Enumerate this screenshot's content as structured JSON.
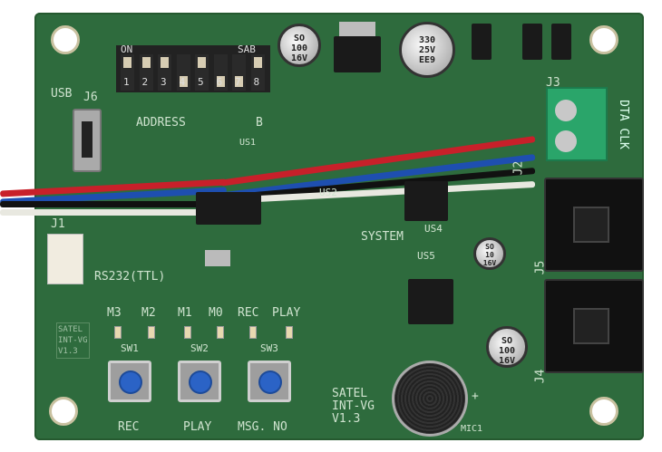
{
  "board": {
    "model_label": [
      "SATEL",
      "INT-VG",
      "V1.3"
    ],
    "usb_label": "USB",
    "usb_connector": "J6",
    "serial_connector": "J1",
    "serial_label": "RS232(TTL)",
    "dip_switch": {
      "on_label": "ON",
      "sab_label": "SAB",
      "numbers": [
        "1",
        "2",
        "3",
        "4",
        "5",
        "6",
        "7",
        "8"
      ],
      "states": [
        true,
        true,
        true,
        false,
        true,
        false,
        false,
        true
      ],
      "address_label": "ADDRESS",
      "b_label": "B"
    },
    "leds": [
      "M3",
      "M2",
      "M1",
      "M0",
      "REC",
      "PLAY"
    ],
    "switches": [
      {
        "ref": "SW1",
        "function": "REC"
      },
      {
        "ref": "SW2",
        "function": "PLAY"
      },
      {
        "ref": "SW3",
        "function": "MSG. NO"
      }
    ],
    "chips": [
      "US1",
      "US2",
      "US4",
      "US5"
    ],
    "system_label": "SYSTEM",
    "terminal": {
      "ref": "J3",
      "labels": "DTA CLK"
    },
    "connector_j2": "J2",
    "jacks": [
      "J5",
      "J4"
    ],
    "mic": "MIC1",
    "mic_polarity": "+",
    "capacitors": [
      {
        "text": [
          "SO",
          "100",
          "16V"
        ]
      },
      {
        "text": [
          "330",
          "25V",
          "EE9"
        ]
      },
      {
        "text": [
          "SO",
          "10",
          "16V"
        ]
      },
      {
        "text": [
          "SO",
          "100",
          "16V"
        ]
      }
    ],
    "wire_colors": [
      "#c8202a",
      "#1e4fb0",
      "#111111",
      "#e8e8e0"
    ],
    "board_color": "#2e6b3d"
  }
}
